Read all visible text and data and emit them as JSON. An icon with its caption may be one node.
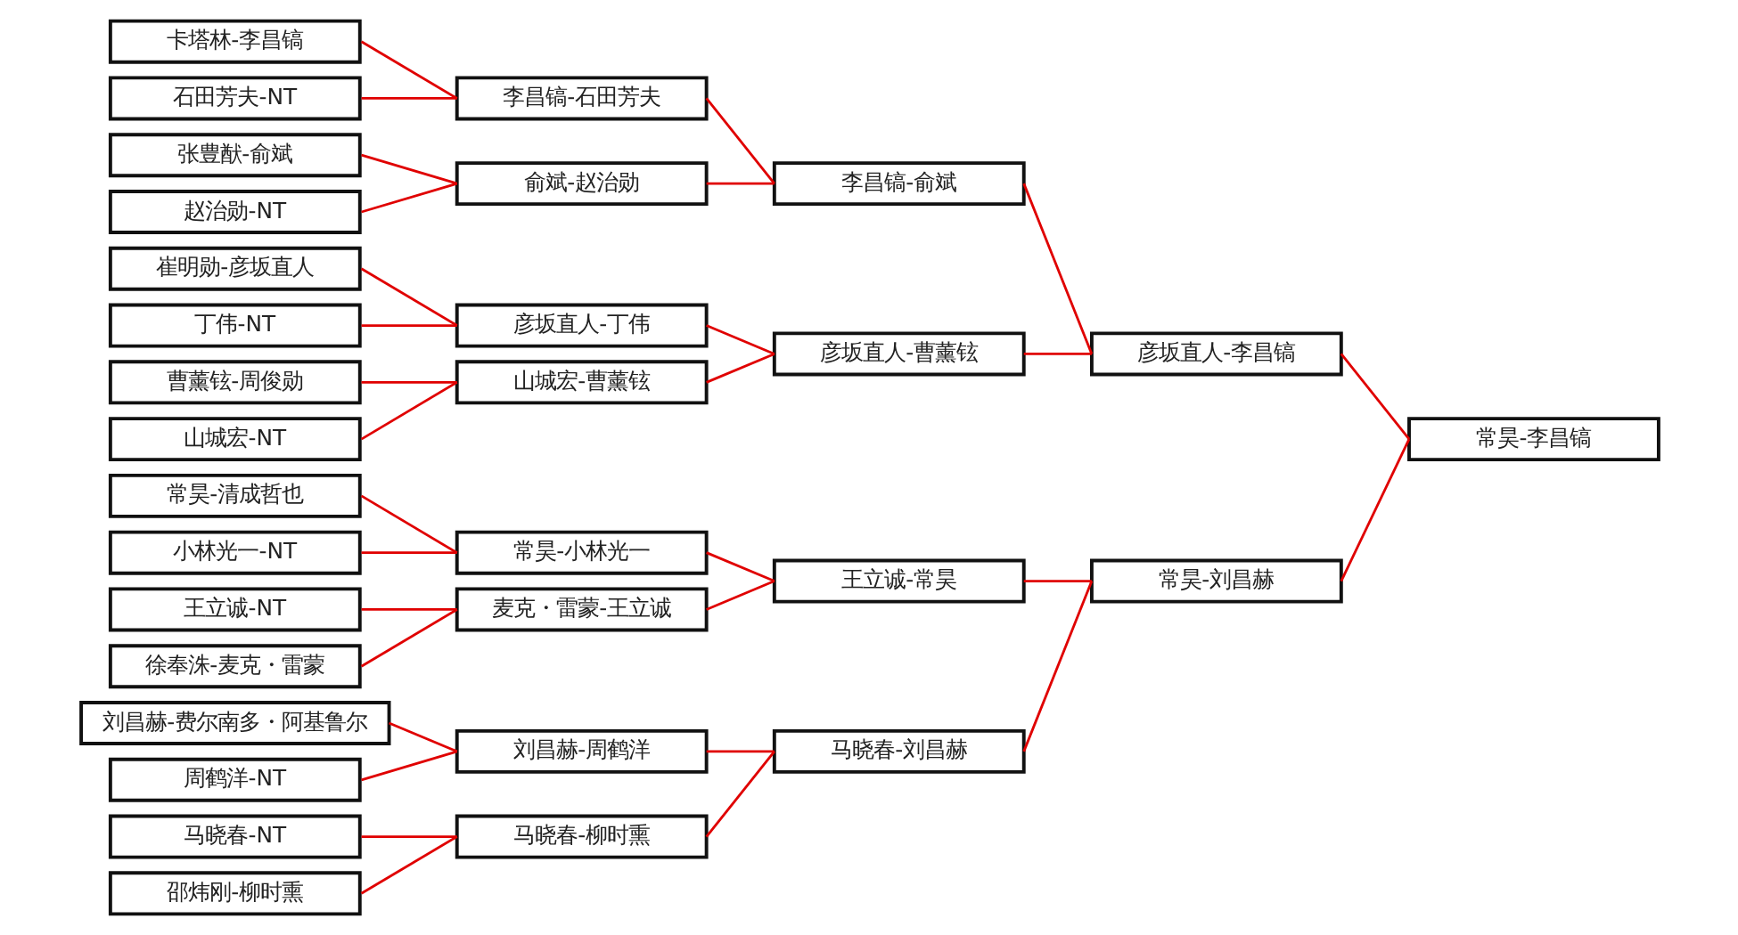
{
  "diagram": {
    "nodes": [
      {
        "text": [
          "卡塔林-李昌镐"
        ]
      },
      {
        "text": [
          "石田芳夫-NT"
        ]
      },
      {
        "text": [
          "张豊猷-俞斌"
        ]
      },
      {
        "text": [
          "赵治勋-NT"
        ]
      },
      {
        "text": [
          "崔明勋-彦坂直人"
        ]
      },
      {
        "text": [
          "丁伟-NT"
        ]
      },
      {
        "text": [
          "曹薰铉-周俊勋"
        ]
      },
      {
        "text": [
          "山城宏-NT"
        ]
      },
      {
        "text": [
          "常昊-清成哲也"
        ]
      },
      {
        "text": [
          "小林光一-NT"
        ]
      },
      {
        "text": [
          "王立诚-NT"
        ]
      },
      {
        "text": [
          "徐奉洙-麦克・雷蒙"
        ]
      },
      {
        "text": [
          "刘昌赫-费尔南多・阿基鲁尔"
        ]
      },
      {
        "text": [
          "周鹤洋-NT"
        ]
      },
      {
        "text": [
          "马晓春-NT"
        ]
      },
      {
        "text": [
          "邵炜刚-柳时熏"
        ]
      },
      {
        "text": [
          "李昌镐-石田芳夫"
        ]
      },
      {
        "text": [
          "俞斌-赵治勋"
        ]
      },
      {
        "text": [
          "彦坂直人-丁伟"
        ]
      },
      {
        "text": [
          "山城宏-曹薰铉"
        ]
      },
      {
        "text": [
          "常昊-小林光一"
        ]
      },
      {
        "text": [
          "麦克・雷蒙-王立诚"
        ]
      },
      {
        "text": [
          "刘昌赫-周鹤洋"
        ]
      },
      {
        "text": [
          "马晓春-柳时熏"
        ]
      },
      {
        "text": [
          "李昌镐-俞斌"
        ]
      },
      {
        "text": [
          "彦坂直人-曹薰铉"
        ]
      },
      {
        "text": [
          "王立诚-常昊"
        ]
      },
      {
        "text": [
          "马晓春-刘昌赫"
        ]
      },
      {
        "text": [
          "彦坂直人-李昌镐"
        ]
      },
      {
        "text": [
          "常昊-刘昌赫"
        ]
      },
      {
        "text": [
          "常昊-李昌镐"
        ]
      }
    ],
    "edges": [
      {
        "from": 0,
        "to": 16,
        "arrow": "none"
      },
      {
        "from": 1,
        "to": 16,
        "arrow": "none"
      },
      {
        "from": 2,
        "to": 17,
        "arrow": "none"
      },
      {
        "from": 3,
        "to": 17,
        "arrow": "none"
      },
      {
        "from": 4,
        "to": 18,
        "arrow": "none"
      },
      {
        "from": 5,
        "to": 18,
        "arrow": "none"
      },
      {
        "from": 6,
        "to": 19,
        "arrow": "none"
      },
      {
        "from": 7,
        "to": 19,
        "arrow": "none"
      },
      {
        "from": 8,
        "to": 20,
        "arrow": "none"
      },
      {
        "from": 9,
        "to": 20,
        "arrow": "none"
      },
      {
        "from": 10,
        "to": 21,
        "arrow": "none"
      },
      {
        "from": 11,
        "to": 21,
        "arrow": "none"
      },
      {
        "from": 12,
        "to": 22,
        "arrow": "none"
      },
      {
        "from": 13,
        "to": 22,
        "arrow": "none"
      },
      {
        "from": 14,
        "to": 23,
        "arrow": "none"
      },
      {
        "from": 15,
        "to": 23,
        "arrow": "none"
      },
      {
        "from": 16,
        "to": 24,
        "arrow": "none"
      },
      {
        "from": 17,
        "to": 24,
        "arrow": "none"
      },
      {
        "from": 18,
        "to": 25,
        "arrow": "none"
      },
      {
        "from": 19,
        "to": 25,
        "arrow": "none"
      },
      {
        "from": 20,
        "to": 26,
        "arrow": "none"
      },
      {
        "from": 21,
        "to": 26,
        "arrow": "none"
      },
      {
        "from": 22,
        "to": 27,
        "arrow": "none"
      },
      {
        "from": 23,
        "to": 27,
        "arrow": "none"
      },
      {
        "from": 24,
        "to": 28,
        "arrow": "none"
      },
      {
        "from": 25,
        "to": 28,
        "arrow": "none"
      },
      {
        "from": 26,
        "to": 29,
        "arrow": "none"
      },
      {
        "from": 27,
        "to": 29,
        "arrow": "none"
      },
      {
        "from": 28,
        "to": 30,
        "arrow": "none"
      },
      {
        "from": 29,
        "to": 30,
        "arrow": "none"
      }
    ]
  }
}
